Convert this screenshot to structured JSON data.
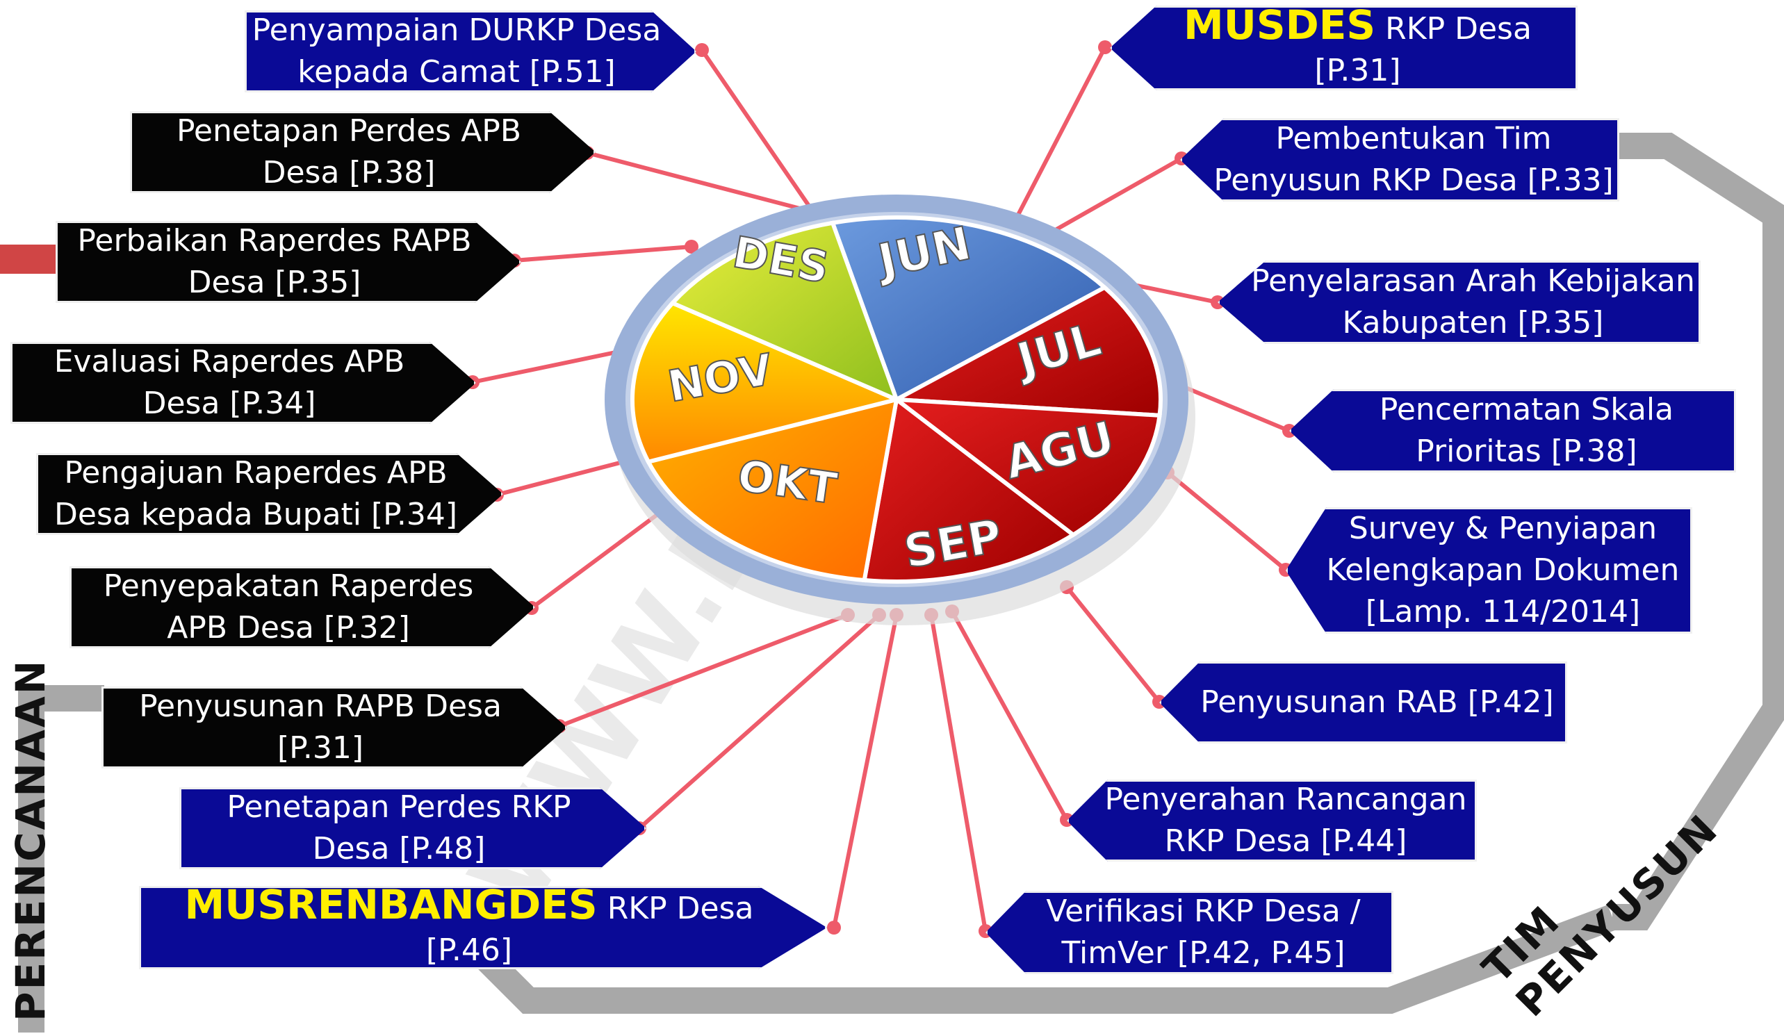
{
  "side_labels": {
    "left": "PERENCANAAN",
    "right": "TIM PENYUSUN"
  },
  "watermark": "WWW.IDS...",
  "months": [
    "JUN",
    "JUL",
    "AGU",
    "SEP",
    "OKT",
    "NOV",
    "DES"
  ],
  "left_items": [
    {
      "id": "durkp",
      "text1": "Penyampaian DURKP Desa",
      "text2": "kepada Camat [P.51]",
      "style": "blue"
    },
    {
      "id": "perdes_apb",
      "text1": "Penetapan Perdes APB",
      "text2": "Desa [P.38]",
      "style": "black"
    },
    {
      "id": "perbaikan",
      "text1": "Perbaikan Raperdes RAPB",
      "text2": "Desa [P.35]",
      "style": "black"
    },
    {
      "id": "evaluasi",
      "text1": "Evaluasi Raperdes APB",
      "text2": "Desa [P.34]",
      "style": "black"
    },
    {
      "id": "pengajuan",
      "text1": "Pengajuan Raperdes APB",
      "text2": "Desa kepada Bupati [P.34]",
      "style": "black"
    },
    {
      "id": "penyepakatan",
      "text1": "Penyepakatan Raperdes",
      "text2": "APB Desa [P.32]",
      "style": "black"
    },
    {
      "id": "penyusunan_rapb",
      "text1": "Penyusunan RAPB Desa",
      "text2": "[P.31]",
      "style": "black"
    },
    {
      "id": "perdes_rkp",
      "text1": "Penetapan Perdes RKP",
      "text2": "Desa [P.48]",
      "style": "blue"
    },
    {
      "id": "musrenbangdes",
      "highlight": "MUSRENBANGDES",
      "text1": " RKP Desa [P.46]",
      "text2": "",
      "style": "blue"
    }
  ],
  "right_items": [
    {
      "id": "musdes",
      "highlight": "MUSDES",
      "text1": " RKP Desa [P.31]",
      "text2": "",
      "style": "blue"
    },
    {
      "id": "tim",
      "text1": "Pembentukan Tim",
      "text2": "Penyusun RKP Desa [P.33]",
      "style": "blue"
    },
    {
      "id": "arah",
      "text1": "Penyelarasan Arah Kebijakan",
      "text2": "Kabupaten [P.35]",
      "style": "blue"
    },
    {
      "id": "skala",
      "text1": "Pencermatan Skala",
      "text2": "Prioritas [P.38]",
      "style": "blue"
    },
    {
      "id": "survey",
      "text1": "Survey & Penyiapan",
      "text2": "Kelengkapan Dokumen",
      "text3": "[Lamp. 114/2014]",
      "style": "blue"
    },
    {
      "id": "rab",
      "text1": "Penyusunan RAB [P.42]",
      "text2": "",
      "style": "blue"
    },
    {
      "id": "penyerahan",
      "text1": "Penyerahan Rancangan",
      "text2": "RKP Desa [P.44]",
      "style": "blue"
    },
    {
      "id": "verifikasi",
      "text1": "Verifikasi RKP Desa /",
      "text2": "TimVer [P.42, P.45]",
      "style": "blue"
    }
  ],
  "colors": {
    "blue_box": "#0a0a96",
    "black_box": "#050505",
    "highlight": "#ffee00",
    "connector": "#ee5b6a",
    "frame": "#a8a8a8"
  }
}
